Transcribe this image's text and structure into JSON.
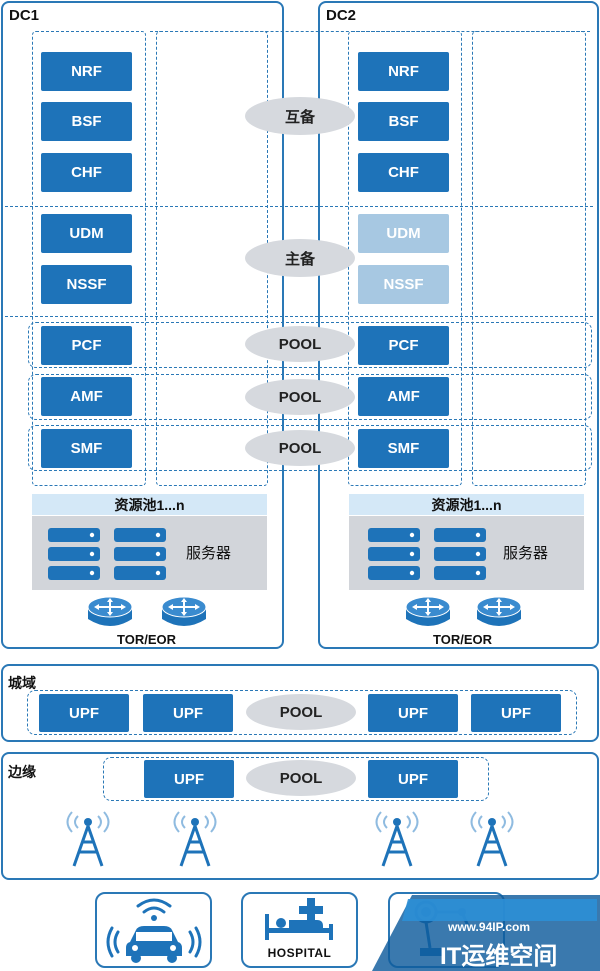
{
  "dc1": {
    "title": "DC1",
    "nf": [
      "NRF",
      "BSF",
      "CHF",
      "UDM",
      "NSSF",
      "PCF",
      "AMF",
      "SMF"
    ],
    "resource_pool": "资源池1...n",
    "server_label": "服务器",
    "router_label": "TOR/EOR"
  },
  "dc2": {
    "title": "DC2",
    "nf": [
      "NRF",
      "BSF",
      "CHF",
      "UDM",
      "NSSF",
      "PCF",
      "AMF",
      "SMF"
    ],
    "resource_pool": "资源池1...n",
    "server_label": "服务器",
    "router_label": "TOR/EOR"
  },
  "modes": [
    "互备",
    "主备",
    "POOL",
    "POOL",
    "POOL"
  ],
  "city": {
    "title": "城域",
    "upf": [
      "UPF",
      "UPF",
      "UPF",
      "UPF"
    ],
    "pool": "POOL"
  },
  "edge": {
    "title": "边缘",
    "upf": [
      "UPF",
      "UPF"
    ],
    "pool": "POOL"
  },
  "bottom": {
    "hospital": "HOSPITAL"
  },
  "watermark": {
    "url": "www.94IP.com",
    "text": "IT运维空间"
  },
  "colors": {
    "primary": "#1e73b9",
    "dim": "#a7c8e2",
    "border": "#2a78b6",
    "ellipse": "#d6d9de",
    "pool_bar": "#d4e8f7"
  }
}
